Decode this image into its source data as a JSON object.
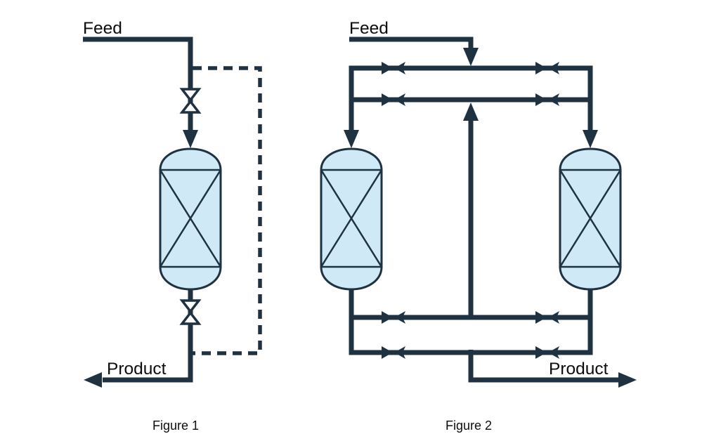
{
  "page": {
    "background": "#ffffff"
  },
  "colors": {
    "line": "#1e3242",
    "vessel_fill": "#cfe9f7",
    "valve_fill": "#ffffff",
    "text": "#0d0d0d"
  },
  "figure1": {
    "caption": "Figure 1",
    "feed_label": "Feed",
    "product_label": "Product",
    "vessel_count": 1,
    "valve_count": 2,
    "has_dashed_bypass": true
  },
  "figure2": {
    "caption": "Figure 2",
    "feed_label": "Feed",
    "product_label": "Product",
    "vessel_count": 2,
    "valve_count": 8,
    "has_dashed_bypass": false
  }
}
